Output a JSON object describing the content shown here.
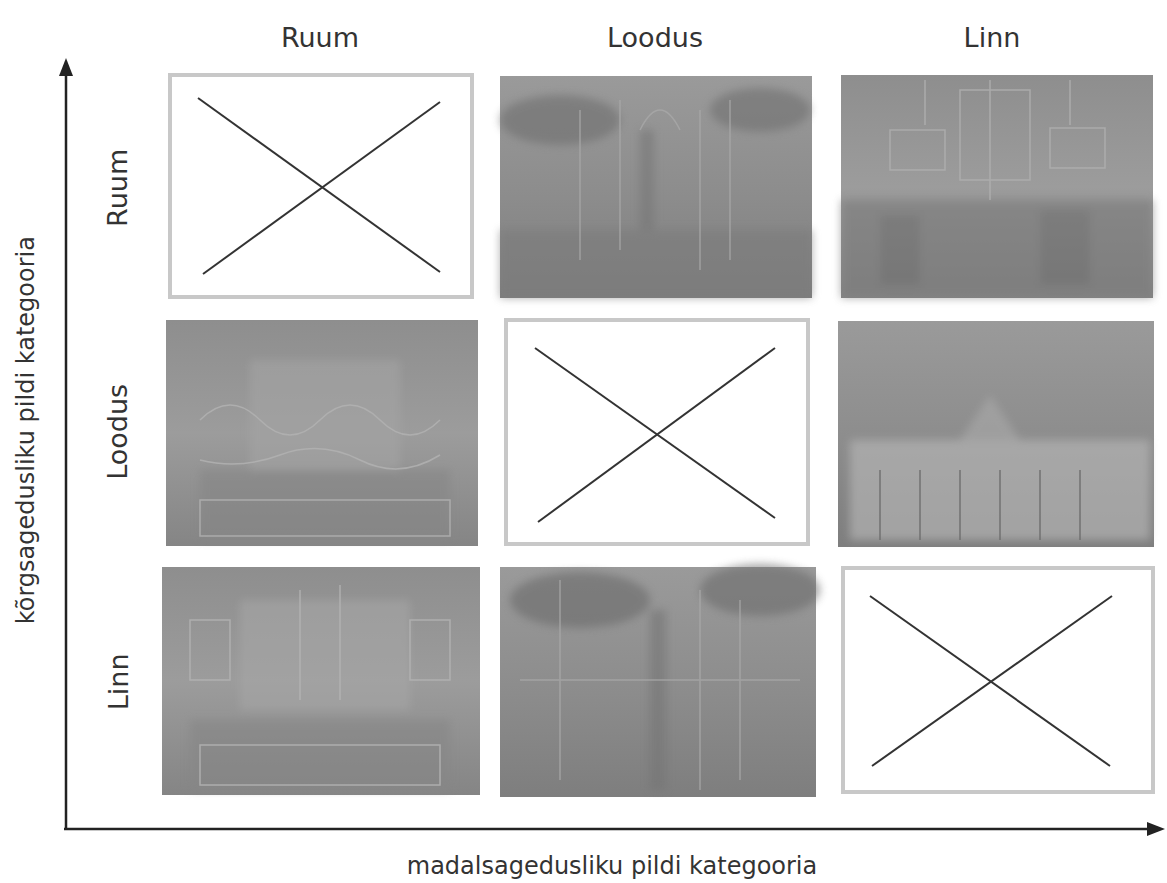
{
  "diagram": {
    "labels": [
      "Ruum",
      "Loodus",
      "Linn",
      "Ruum",
      "Loodus",
      "Linn",
      "kõrgsagedusliku pildi kategooria",
      "madalsagedusliku pildi kategooria"
    ]
  }
}
